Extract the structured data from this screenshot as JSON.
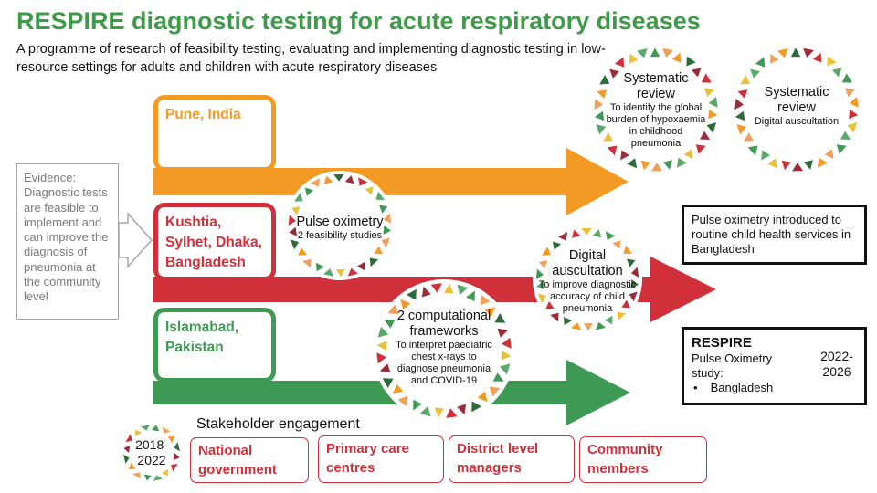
{
  "title": "RESPIRE diagnostic testing for acute respiratory diseases",
  "subtitle": "A programme of research of feasibility testing, evaluating and implementing diagnostic testing in low-resource settings for adults and children with acute respiratory diseases",
  "evidence": "Evidence: Diagnostic tests are feasible to implement and can improve the diagnosis of pneumonia at the community level",
  "sites": {
    "pune": [
      "Pune, India"
    ],
    "bangladesh": [
      "Kushtia,",
      "Sylhet, Dhaka,",
      "Bangladesh"
    ],
    "pakistan": [
      "Islamabad,",
      "Pakistan"
    ]
  },
  "studies": {
    "sr_hypox": {
      "title": [
        "Systematic",
        "review"
      ],
      "sub": [
        "To identify the global",
        "burden of hypoxaemia",
        "in childhood",
        "pneumonia"
      ]
    },
    "sr_ausc": {
      "title": [
        "Systematic",
        "review"
      ],
      "sub": [
        "Digital auscultation"
      ]
    },
    "pulse_ox": {
      "title": [
        "Pulse oximetry"
      ],
      "sub": [
        "2 feasibility studies"
      ]
    },
    "digital_ausc": {
      "title": [
        "Digital",
        "auscultation"
      ],
      "sub": [
        "To improve diagnostic",
        "accuracy of child",
        "pneumonia"
      ]
    },
    "comp": {
      "title": [
        "2 computational",
        "frameworks"
      ],
      "sub": [
        "To interpret paediatric",
        "chest x-rays to",
        "diagnose pneumonia",
        "and COVID-19"
      ]
    }
  },
  "outcomes": {
    "bangladesh": "Pulse oximetry introduced to routine child health services in Bangladesh",
    "respire": {
      "heading": "RESPIRE",
      "line1": "Pulse Oximetry",
      "line2": "study:",
      "bullet": "•",
      "bullet_text": "Bangladesh",
      "years": [
        "2022-",
        "2026"
      ]
    }
  },
  "stakeholder": {
    "label": "Stakeholder engagement",
    "years": [
      "2018-",
      "2022"
    ],
    "groups": [
      [
        "National",
        "government"
      ],
      [
        "Primary care",
        "centres"
      ],
      [
        "District level",
        "managers"
      ],
      [
        "Community",
        "members"
      ]
    ]
  },
  "colors": {
    "orange": "#f39a25",
    "red": "#d0303a",
    "green": "#3f9a55",
    "title_green": "#3f9a4a",
    "gray": "#a6a6a6"
  }
}
